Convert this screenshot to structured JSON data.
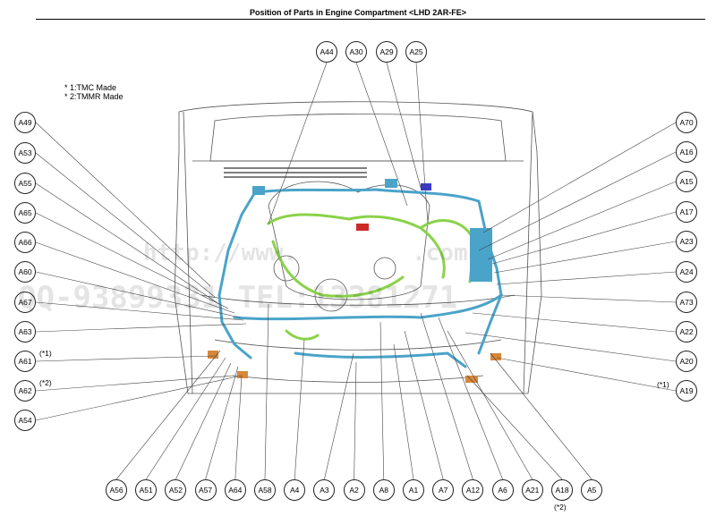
{
  "title": "Position of Parts in Engine Compartment <LHD 2AR-FE>",
  "notes": [
    "* 1:TMC Made",
    "* 2:TMMR Made"
  ],
  "top_labels": [
    "A44",
    "A30",
    "A29",
    "A25"
  ],
  "left_labels": [
    "A49",
    "A53",
    "A55",
    "A65",
    "A66",
    "A60",
    "A67",
    "A63",
    "A61",
    "A62",
    "A54"
  ],
  "left_footnotes": {
    "A61": "(*1)",
    "A62": "(*2)"
  },
  "right_labels": [
    "A70",
    "A16",
    "A15",
    "A17",
    "A23",
    "A24",
    "A73",
    "A22",
    "A20",
    "A19"
  ],
  "right_footnotes": {
    "A19": "(*1)"
  },
  "bottom_labels": [
    "A56",
    "A51",
    "A52",
    "A57",
    "A64",
    "A58",
    "A4",
    "A3",
    "A2",
    "A8",
    "A1",
    "A7",
    "A12",
    "A6",
    "A21",
    "A18",
    "A5"
  ],
  "bottom_footnotes": {
    "A18": "(*2)"
  },
  "watermark": [
    "http://www.",
    ".com",
    "QQ-93899331 TEL:13381271"
  ],
  "colors": {
    "harness_blue": "#4aa3c8",
    "harness_green": "#8ad24a",
    "connector_orange": "#d8883a"
  }
}
